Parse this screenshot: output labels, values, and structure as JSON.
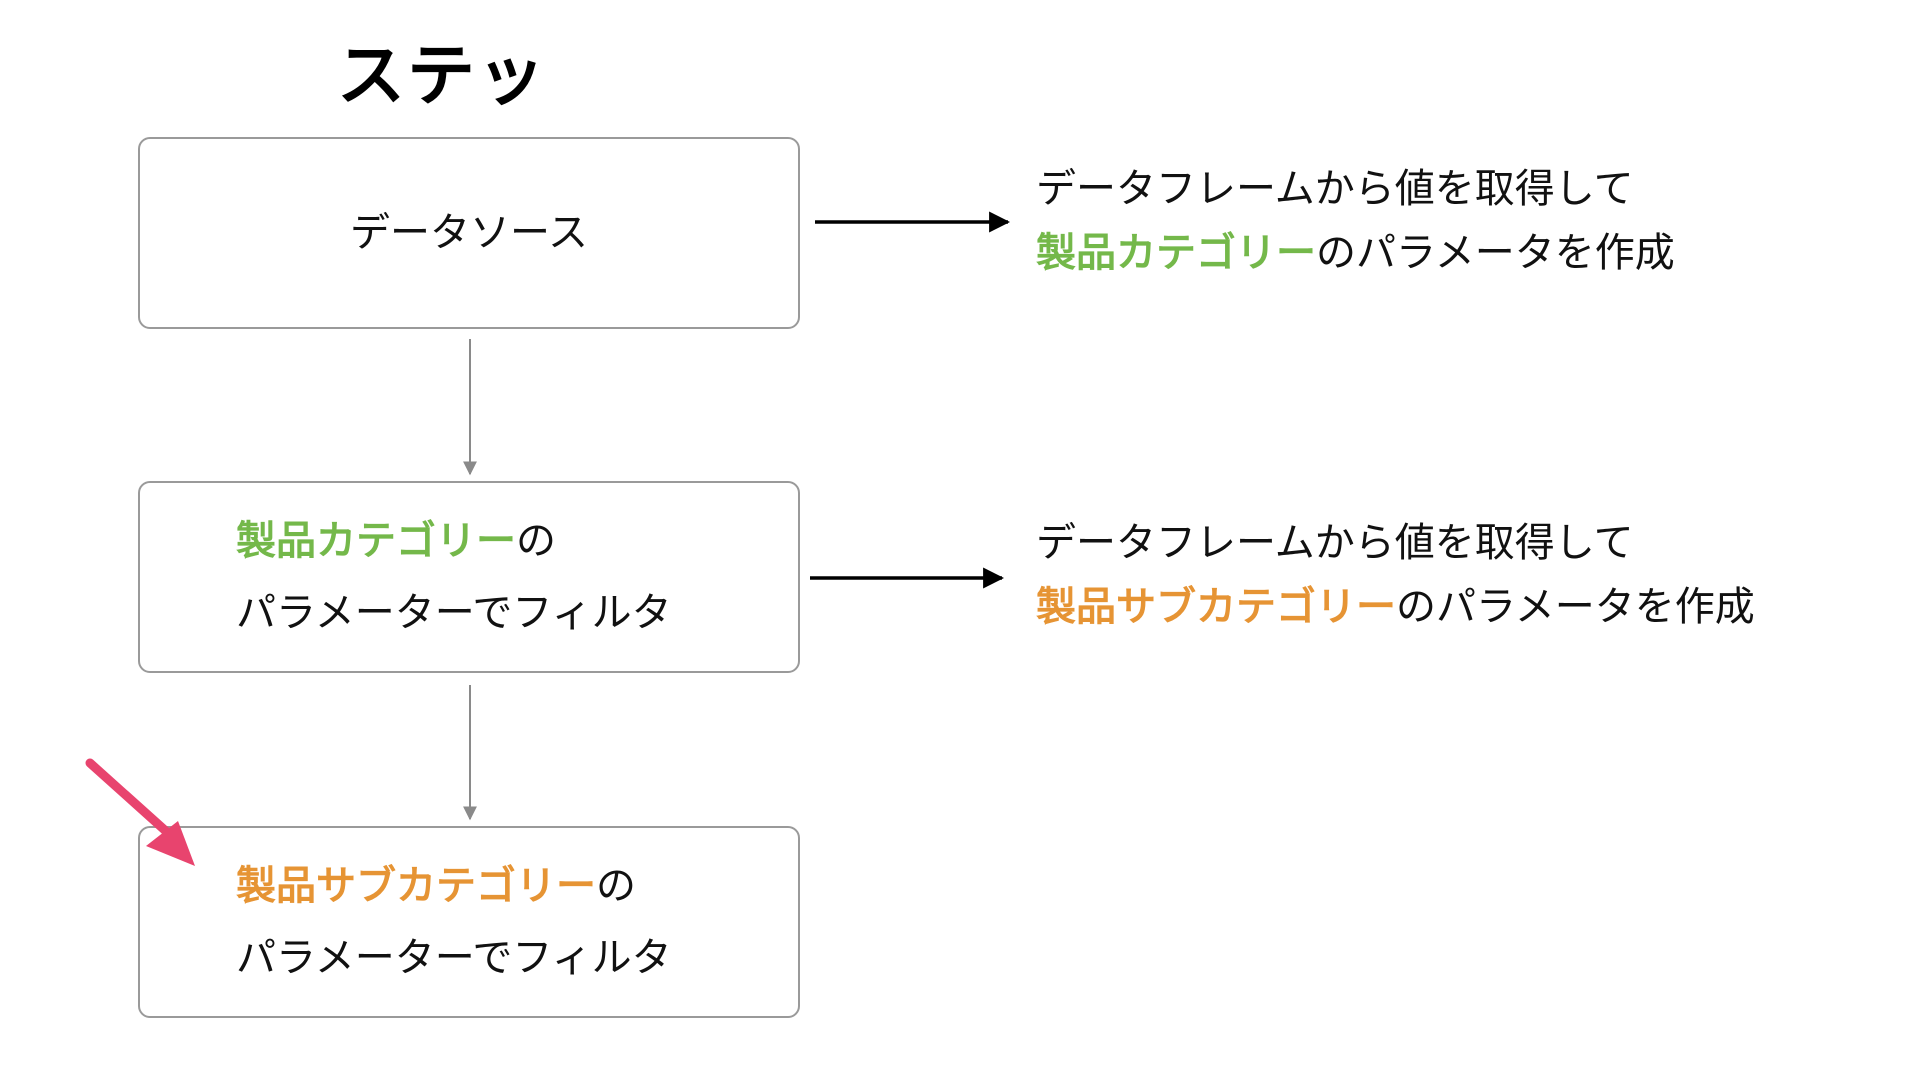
{
  "title": "ステップ",
  "steps": [
    {
      "line1_prefix": "データソース",
      "line1_highlight": "",
      "line1_suffix": "",
      "line2": ""
    },
    {
      "line1_prefix": "",
      "line1_highlight": "製品カテゴリー",
      "line1_suffix": "の",
      "line2": "パラメーターでフィルタ"
    },
    {
      "line1_prefix": "",
      "line1_highlight": "製品サブカテゴリー",
      "line1_suffix": "の",
      "line2": "パラメーターでフィルタ"
    }
  ],
  "descriptions": [
    {
      "line1": "データフレームから値を取得して",
      "highlight": "製品カテゴリー",
      "suffix": "のパラメータを作成"
    },
    {
      "line1": "データフレームから値を取得して",
      "highlight": "製品サブカテゴリー",
      "suffix": "のパラメータを作成"
    }
  ],
  "colors": {
    "green": "#74b84a",
    "orange": "#e69434",
    "pointer": "#e8446e"
  }
}
